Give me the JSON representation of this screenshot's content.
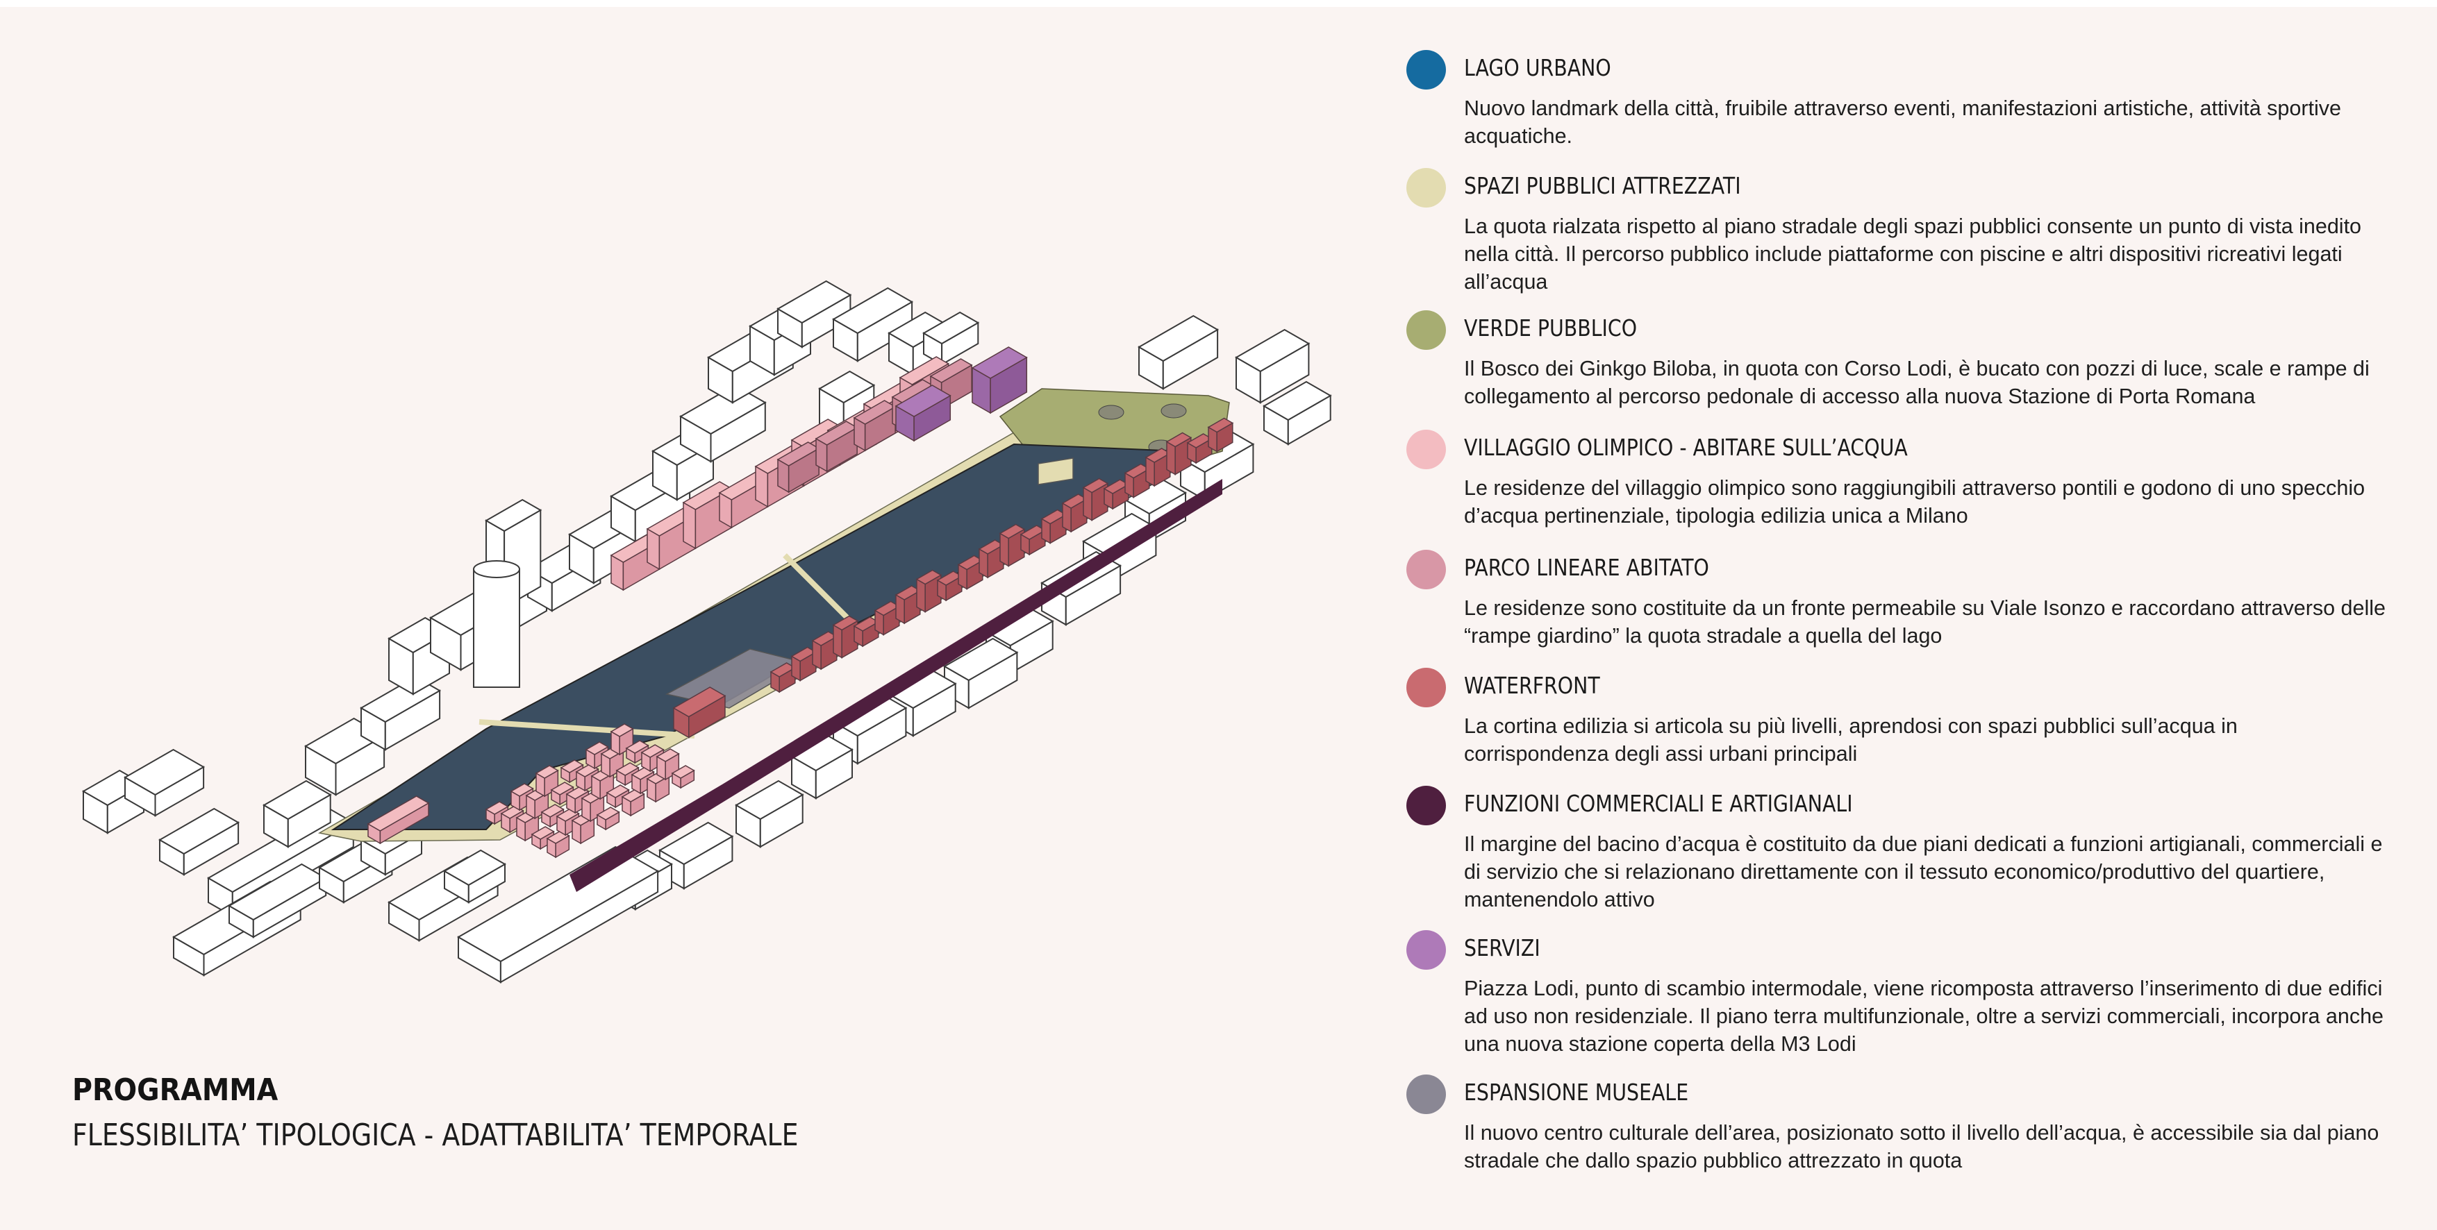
{
  "caption": {
    "title": "PROGRAMMA",
    "subtitle": "FLESSIBILITA’ TIPOLOGICA - ADATTABILITA’ TEMPORALE"
  },
  "colors": {
    "lago_urbano": "#156ba0",
    "spazi_pubblici": "#e3dcb1",
    "verde_pubblico": "#a7ad72",
    "villaggio_olimpico": "#f3bcc1",
    "parco_lineare": "#d897a6",
    "waterfront": "#c96b70",
    "funzioni_commerciali": "#4f1f3f",
    "servizi": "#ae7ab8",
    "espansione_museale": "#8a8794",
    "water_plan": "#3b4e61",
    "background": "#faf4f2"
  },
  "legend": [
    {
      "key": "lago_urbano",
      "title": "LAGO URBANO",
      "desc": "Nuovo landmark della città, fruibile attraverso eventi, manifestazioni artistiche, attività sportive acquatiche.",
      "icon": "blue-circle-icon"
    },
    {
      "key": "spazi_pubblici",
      "title": "SPAZI PUBBLICI ATTREZZATI",
      "desc": "La quota rialzata rispetto al piano stradale degli spazi pubblici consente un punto di vista inedito nella città. Il percorso pubblico include piattaforme con piscine e altri dispositivi ricreativi legati all’acqua",
      "icon": "beige-circle-icon"
    },
    {
      "key": "verde_pubblico",
      "title": "VERDE PUBBLICO",
      "desc": "Il Bosco dei Ginkgo Biloba, in quota con Corso Lodi, è bucato con pozzi di luce, scale e rampe di collegamento al percorso pedonale di accesso alla nuova Stazione di Porta Romana",
      "icon": "olive-circle-icon"
    },
    {
      "key": "villaggio_olimpico",
      "title": "VILLAGGIO OLIMPICO - ABITARE SULL’ACQUA",
      "desc": "Le residenze del villaggio olimpico sono raggiungibili attraverso pontili e godono di uno specchio d’acqua pertinenziale, tipologia edilizia unica a Milano",
      "icon": "light-pink-circle-icon"
    },
    {
      "key": "parco_lineare",
      "title": "PARCO LINEARE ABITATO",
      "desc": "Le residenze sono costituite da un fronte permeabile su Viale Isonzo e raccordano attraverso delle “rampe giardino” la quota stradale a quella del lago",
      "icon": "pink-circle-icon"
    },
    {
      "key": "waterfront",
      "title": "WATERFRONT",
      "desc": "La cortina edilizia si articola su più livelli, aprendosi con spazi pubblici sull’acqua in corrispondenza degli assi urbani principali",
      "icon": "red-circle-icon"
    },
    {
      "key": "funzioni_commerciali",
      "title": "FUNZIONI COMMERCIALI E ARTIGIANALI",
      "desc": "Il margine del bacino d’acqua è costituito da due piani dedicati a funzioni artigianali, commerciali e di servizio che si relazionano direttamente con il tessuto economico/produttivo del quartiere, mantenendolo attivo",
      "icon": "plum-circle-icon"
    },
    {
      "key": "servizi",
      "title": "SERVIZI",
      "desc": "Piazza Lodi, punto di scambio intermodale, viene ricomposta attraverso l’inserimento di due edifici ad uso non residenziale. Il piano terra multifunzionale, oltre a servizi commerciali, incorpora anche una nuova stazione coperta della M3 Lodi",
      "icon": "purple-circle-icon"
    },
    {
      "key": "espansione_museale",
      "title": "ESPANSIONE MUSEALE",
      "desc": "Il nuovo centro culturale dell’area, posizionato sotto il livello dell’acqua, è accessibile sia dal piano stradale che dallo spazio pubblico attrezzato in quota",
      "icon": "grey-circle-icon"
    }
  ]
}
